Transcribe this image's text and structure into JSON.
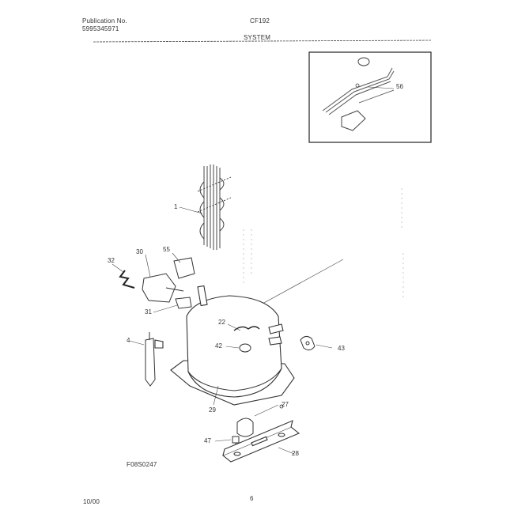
{
  "header": {
    "publication_label": "Publication No.",
    "publication_number": "5995345971",
    "model": "CF192",
    "section": "SYSTEM"
  },
  "inset": {
    "callout_56": "56"
  },
  "callouts": {
    "c1": "1",
    "c30": "30",
    "c55": "55",
    "c32": "32",
    "c31": "31",
    "c22": "22",
    "c42": "42",
    "c43": "43",
    "c4": "4",
    "c29": "29",
    "c27": "27",
    "c47": "47",
    "c28": "28"
  },
  "footer": {
    "figure_id": "F08S0247",
    "date": "10/00",
    "page_number": "6"
  }
}
